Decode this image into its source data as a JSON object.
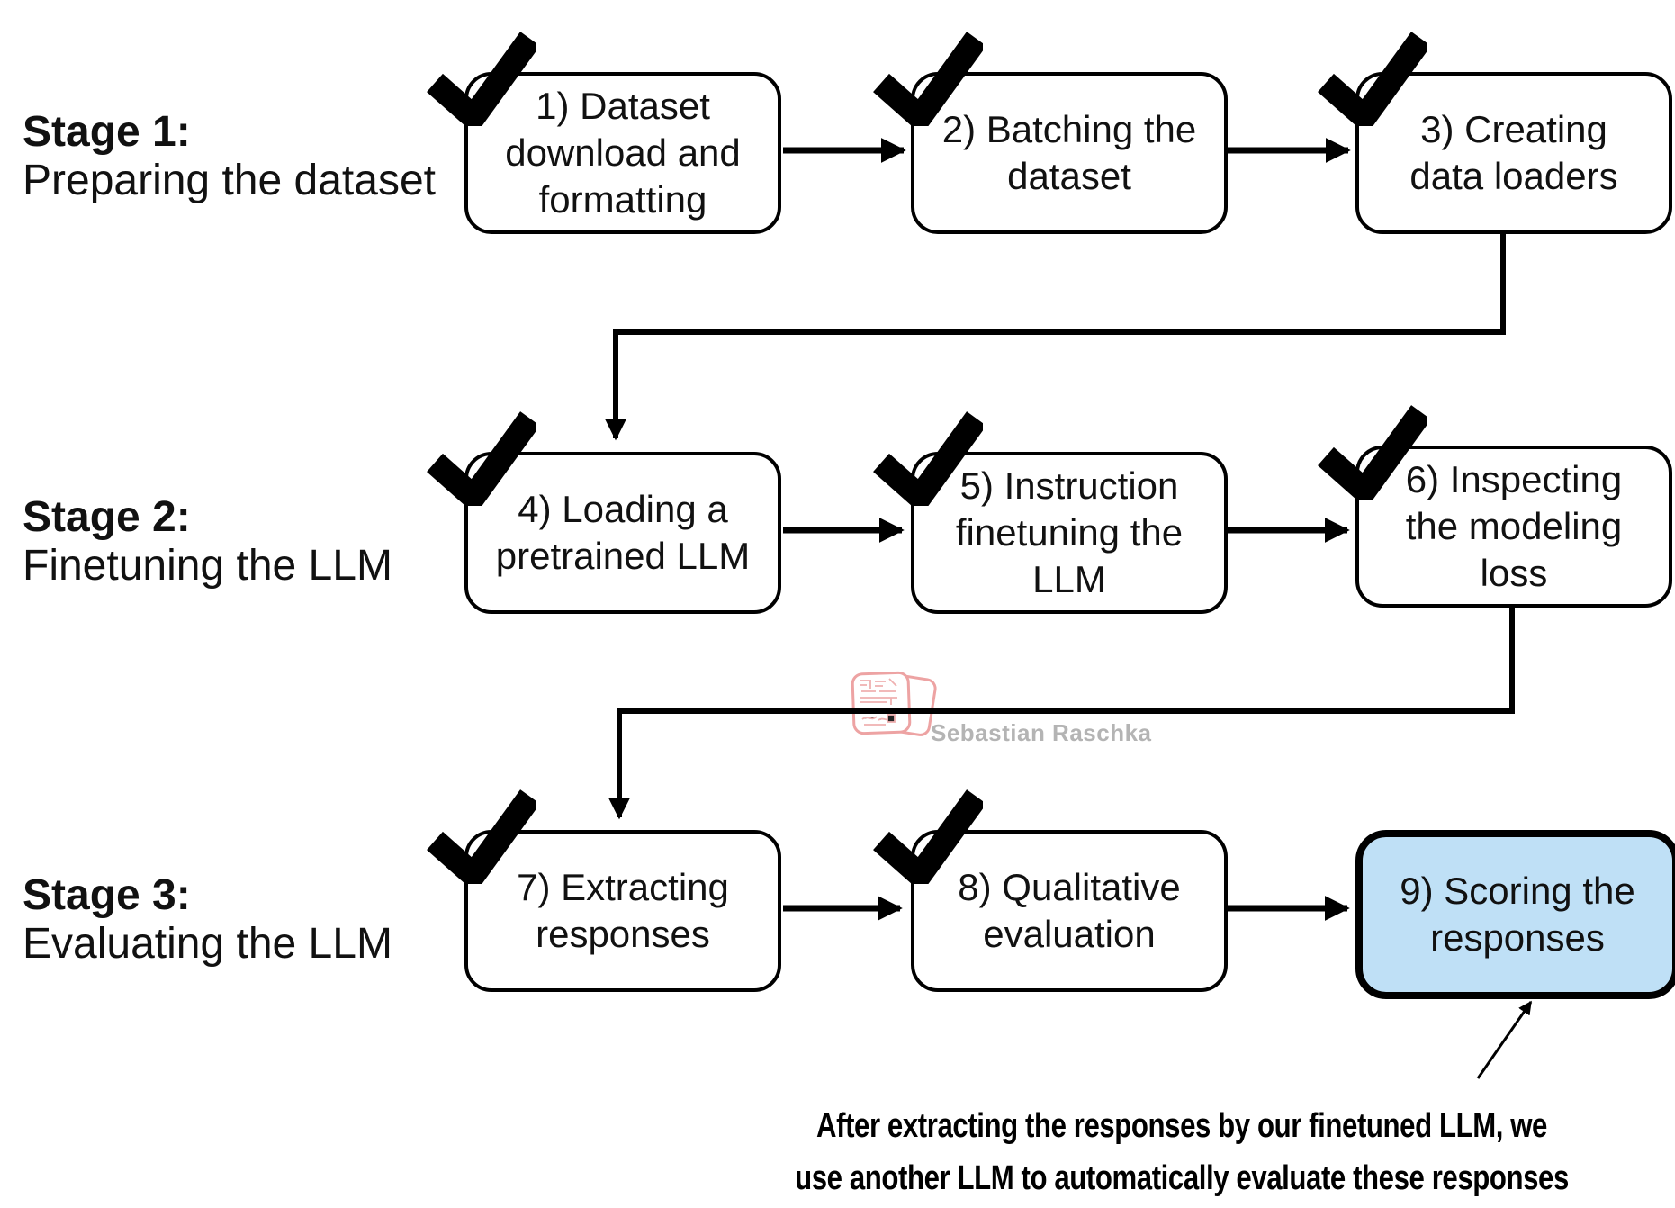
{
  "stages": [
    {
      "label_bold": "Stage 1:",
      "label_rest": "Preparing the dataset"
    },
    {
      "label_bold": "Stage 2:",
      "label_rest": "Finetuning the LLM"
    },
    {
      "label_bold": "Stage 3:",
      "label_rest": "Evaluating the LLM"
    }
  ],
  "steps": [
    {
      "text": "1) Dataset\ndownload and\nformatting",
      "done": true,
      "highlighted": false
    },
    {
      "text": "2) Batching the\ndataset",
      "done": true,
      "highlighted": false
    },
    {
      "text": "3) Creating\ndata loaders",
      "done": true,
      "highlighted": false
    },
    {
      "text": "4) Loading a\npretrained LLM",
      "done": true,
      "highlighted": false
    },
    {
      "text": "5) Instruction\nfinetuning the\nLLM",
      "done": true,
      "highlighted": false
    },
    {
      "text": "6) Inspecting\nthe modeling\nloss",
      "done": true,
      "highlighted": false
    },
    {
      "text": "7) Extracting\nresponses",
      "done": true,
      "highlighted": false
    },
    {
      "text": "8) Qualitative\nevaluation",
      "done": true,
      "highlighted": false
    },
    {
      "text": "9) Scoring the\nresponses",
      "done": false,
      "highlighted": true
    }
  ],
  "watermark": {
    "author": "Sebastian Raschka"
  },
  "annotation": {
    "line1": "After extracting the responses by our finetuned LLM, we",
    "line2": "use another LLM to automatically evaluate these responses"
  },
  "icons": {
    "checkmark": "thick black tick marking completed steps",
    "stamp": "pink rounded-square circuit stamp logo"
  },
  "colors": {
    "highlight_fill": "#bfe0f6",
    "box_border": "#000000",
    "arrow": "#000000",
    "watermark_text": "#b4b4b4",
    "watermark_logo": "#eda3a3"
  }
}
